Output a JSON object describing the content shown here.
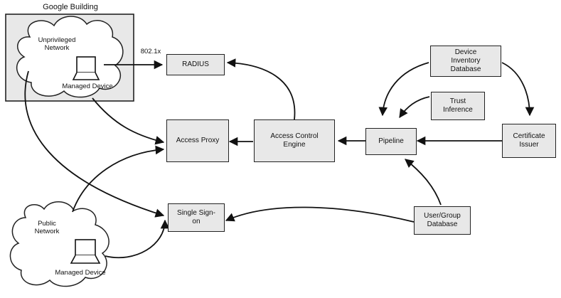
{
  "building": {
    "label": "Google Building"
  },
  "clouds": {
    "unprivileged": {
      "label": "Unprivileged\nNetwork",
      "device": "Managed Device"
    },
    "public": {
      "label": "Public\nNetwork",
      "device": "Managed Device"
    }
  },
  "edge_labels": {
    "dot1x": "802.1x"
  },
  "nodes": {
    "radius": "RADIUS",
    "access_proxy": "Access Proxy",
    "ace": "Access Control\nEngine",
    "pipeline": "Pipeline",
    "device_inventory": "Device\nInventory\nDatabase",
    "trust_inference": "Trust\nInference",
    "certificate_issuer": "Certificate\nIssuer",
    "sso": "Single Sign-\non",
    "user_group": "User/Group\nDatabase"
  },
  "icons": {
    "laptop": "laptop-icon",
    "cloud": "cloud-shape"
  }
}
